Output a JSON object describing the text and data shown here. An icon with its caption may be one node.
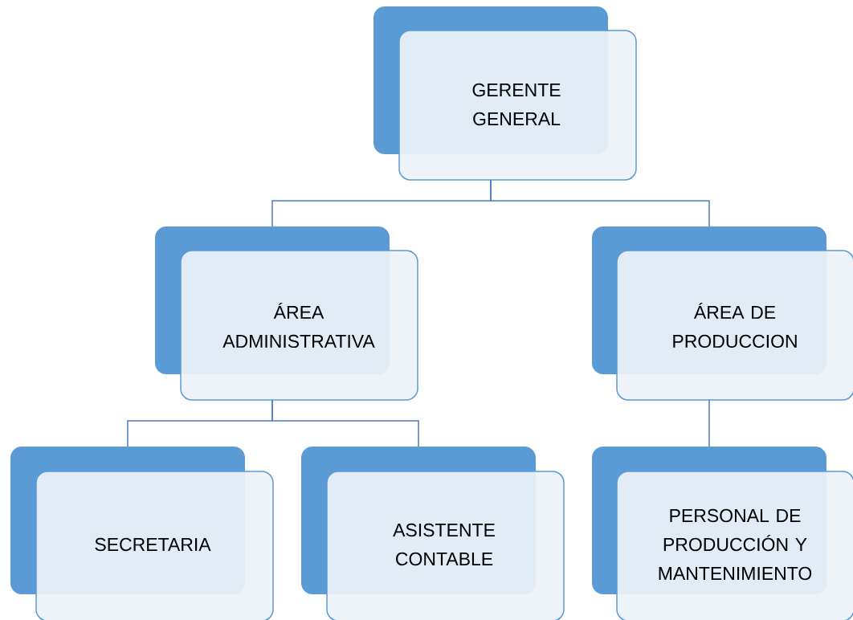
{
  "diagram": {
    "nodes": [
      {
        "text": [
          "GERENTE GENERAL"
        ]
      },
      {
        "text": [
          "ÁREA ADMINISTRATIVA"
        ]
      },
      {
        "text": [
          "ÁREA DE PRODUCCION"
        ]
      },
      {
        "text": [
          "SECRETARIA"
        ]
      },
      {
        "text": [
          "ASISTENTE CONTABLE"
        ]
      },
      {
        "text": [
          "PERSONAL DE PRODUCCIÓN Y MANTENIMIENTO"
        ]
      }
    ],
    "edges": [
      {
        "from": 0,
        "to": 1,
        "arrow": "none"
      },
      {
        "from": 0,
        "to": 2,
        "arrow": "none"
      },
      {
        "from": 1,
        "to": 3,
        "arrow": "none"
      },
      {
        "from": 1,
        "to": 4,
        "arrow": "none"
      },
      {
        "from": 2,
        "to": 5,
        "arrow": "none"
      }
    ]
  }
}
